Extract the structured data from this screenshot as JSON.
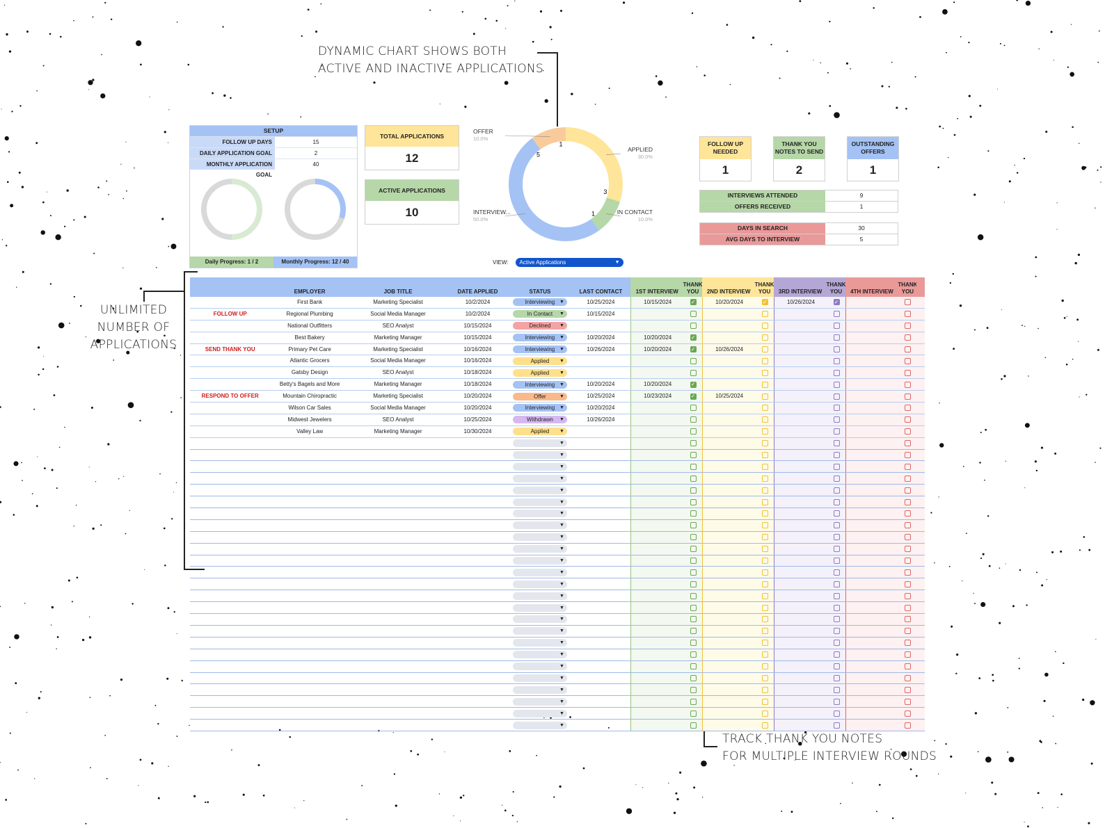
{
  "annotations": {
    "chart_note": [
      "DYNAMIC CHART SHOWS BOTH",
      "ACTIVE AND INACTIVE APPLICATIONS"
    ],
    "rows_note": [
      "UNLIMITED",
      "NUMBER OF",
      "APPLICATIONS"
    ],
    "thankyou_note": [
      "TRACK THANK YOU NOTES",
      "FOR MULTIPLE INTERVIEW ROUNDS"
    ]
  },
  "setup": {
    "title": "SETUP",
    "rows": [
      {
        "label": "FOLLOW UP DAYS",
        "value": "15"
      },
      {
        "label": "DAILY APPLICATION GOAL",
        "value": "2"
      },
      {
        "label": "MONTHLY APPLICATION GOAL",
        "value": "40"
      }
    ],
    "daily_progress": "Daily Progress: 1 / 2",
    "monthly_progress": "Monthly Progress: 12 / 40",
    "daily_fraction": 0.5,
    "monthly_fraction": 0.3
  },
  "stats": {
    "total_label": "TOTAL APPLICATIONS",
    "total_value": "12",
    "active_label": "ACTIVE APPLICATIONS",
    "active_value": "10",
    "follow_label": "FOLLOW UP NEEDED",
    "follow_value": "1",
    "thanks_label": "THANK YOU NOTES TO SEND",
    "thanks_value": "2",
    "offers_label": "OUTSTANDING OFFERS",
    "offers_value": "1",
    "interviews_attended_label": "INTERVIEWS ATTENDED",
    "interviews_attended_value": "9",
    "offers_received_label": "OFFERS RECEIVED",
    "offers_received_value": "1",
    "days_search_label": "DAYS IN SEARCH",
    "days_search_value": "30",
    "avg_days_label": "AVG DAYS TO INTERVIEW",
    "avg_days_value": "5"
  },
  "chart_view": {
    "label": "VIEW:",
    "value": "Active Applications"
  },
  "chart_data": {
    "type": "pie",
    "categories": [
      "OFFER",
      "APPLIED",
      "IN CONTACT",
      "INTERVIEW..."
    ],
    "values": [
      1,
      3,
      1,
      5
    ],
    "percent_labels": [
      "10.0%",
      "30.0%",
      "10.0%",
      "50.0%"
    ],
    "colors": [
      "#f9cb9c",
      "#ffe599",
      "#b6d7a8",
      "#a4c2f4"
    ]
  },
  "table": {
    "headers": {
      "employer": "EMPLOYER",
      "job_title": "JOB TITLE",
      "date_applied": "DATE APPLIED",
      "status": "STATUS",
      "last_contact": "LAST CONTACT",
      "int1": "1ST INTERVIEW",
      "int2": "2ND INTERVIEW",
      "int3": "3RD INTERVIEW",
      "int4": "4TH INTERVIEW",
      "thank_you": "THANK YOU"
    },
    "status_colors": {
      "Interviewing": "#a4c2f4",
      "In Contact": "#b6d7a8",
      "Declined": "#f4a3a3",
      "Applied": "#ffe08a",
      "Offer": "#f9b98a",
      "Withdrawn": "#d5b8f0",
      "": "#e3e6ec"
    },
    "rows": [
      {
        "flag": "",
        "employer": "First Bank",
        "job": "Marketing Specialist",
        "applied": "10/2/2024",
        "status": "Interviewing",
        "last": "10/25/2024",
        "i1": "10/15/2024",
        "t1": true,
        "i2": "10/20/2024",
        "t2": true,
        "i3": "10/26/2024",
        "t3": true,
        "i4": "",
        "t4": false
      },
      {
        "flag": "FOLLOW UP",
        "employer": "Regional Plumbing",
        "job": "Social Media Manager",
        "applied": "10/2/2024",
        "status": "In Contact",
        "last": "10/15/2024",
        "i1": "",
        "t1": false,
        "i2": "",
        "t2": false,
        "i3": "",
        "t3": false,
        "i4": "",
        "t4": false
      },
      {
        "flag": "",
        "employer": "National Outfitters",
        "job": "SEO Analyst",
        "applied": "10/15/2024",
        "status": "Declined",
        "last": "",
        "i1": "",
        "t1": false,
        "i2": "",
        "t2": false,
        "i3": "",
        "t3": false,
        "i4": "",
        "t4": false
      },
      {
        "flag": "",
        "employer": "Best Bakery",
        "job": "Marketing Manager",
        "applied": "10/15/2024",
        "status": "Interviewing",
        "last": "10/20/2024",
        "i1": "10/20/2024",
        "t1": true,
        "i2": "",
        "t2": false,
        "i3": "",
        "t3": false,
        "i4": "",
        "t4": false
      },
      {
        "flag": "SEND THANK YOU",
        "employer": "Primary Pet Care",
        "job": "Marketing Specialist",
        "applied": "10/16/2024",
        "status": "Interviewing",
        "last": "10/26/2024",
        "i1": "10/20/2024",
        "t1": true,
        "i2": "10/26/2024",
        "t2": false,
        "i3": "",
        "t3": false,
        "i4": "",
        "t4": false
      },
      {
        "flag": "",
        "employer": "Atlantic Grocers",
        "job": "Social Media Manager",
        "applied": "10/16/2024",
        "status": "Applied",
        "last": "",
        "i1": "",
        "t1": false,
        "i2": "",
        "t2": false,
        "i3": "",
        "t3": false,
        "i4": "",
        "t4": false
      },
      {
        "flag": "",
        "employer": "Gatsby Design",
        "job": "SEO Analyst",
        "applied": "10/18/2024",
        "status": "Applied",
        "last": "",
        "i1": "",
        "t1": false,
        "i2": "",
        "t2": false,
        "i3": "",
        "t3": false,
        "i4": "",
        "t4": false
      },
      {
        "flag": "",
        "employer": "Betty's Bagels and More",
        "job": "Marketing Manager",
        "applied": "10/18/2024",
        "status": "Interviewing",
        "last": "10/20/2024",
        "i1": "10/20/2024",
        "t1": true,
        "i2": "",
        "t2": false,
        "i3": "",
        "t3": false,
        "i4": "",
        "t4": false
      },
      {
        "flag": "RESPOND TO OFFER",
        "employer": "Mountain Chiropractic",
        "job": "Marketing Specialist",
        "applied": "10/20/2024",
        "status": "Offer",
        "last": "10/25/2024",
        "i1": "10/23/2024",
        "t1": true,
        "i2": "10/25/2024",
        "t2": false,
        "i3": "",
        "t3": false,
        "i4": "",
        "t4": false
      },
      {
        "flag": "",
        "employer": "Wilson Car Sales",
        "job": "Social Media Manager",
        "applied": "10/20/2024",
        "status": "Interviewing",
        "last": "10/20/2024",
        "i1": "",
        "t1": false,
        "i2": "",
        "t2": false,
        "i3": "",
        "t3": false,
        "i4": "",
        "t4": false
      },
      {
        "flag": "",
        "employer": "Midwest Jewelers",
        "job": "SEO Analyst",
        "applied": "10/25/2024",
        "status": "Withdrawn",
        "last": "10/26/2024",
        "i1": "",
        "t1": false,
        "i2": "",
        "t2": false,
        "i3": "",
        "t3": false,
        "i4": "",
        "t4": false
      },
      {
        "flag": "",
        "employer": "Valley Law",
        "job": "Marketing Manager",
        "applied": "10/30/2024",
        "status": "Applied",
        "last": "",
        "i1": "",
        "t1": false,
        "i2": "",
        "t2": false,
        "i3": "",
        "t3": false,
        "i4": "",
        "t4": false
      }
    ],
    "empty_rows": 25
  }
}
